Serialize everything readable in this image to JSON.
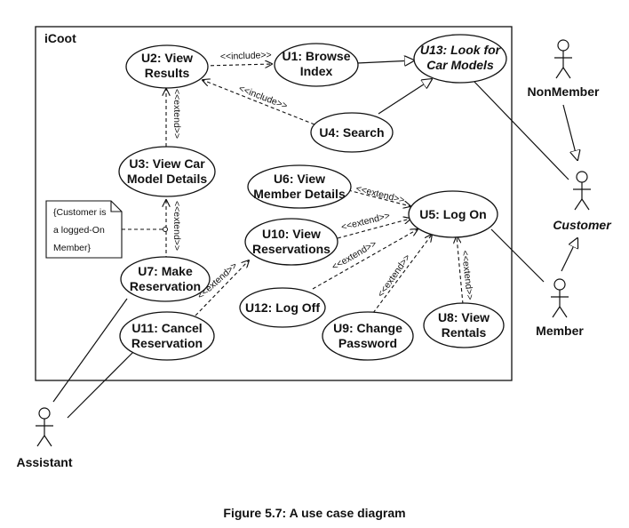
{
  "system": {
    "title": "iCoot"
  },
  "caption": "Figure 5.7: A use case diagram",
  "use_cases": {
    "u1": [
      "U1: Browse",
      "Index"
    ],
    "u2": [
      "U2: View",
      "Results"
    ],
    "u3": [
      "U3: View Car",
      "Model Details"
    ],
    "u4": [
      "U4: Search"
    ],
    "u5": [
      "U5: Log On"
    ],
    "u6": [
      "U6: View",
      "Member Details"
    ],
    "u7": [
      "U7: Make",
      "Reservation"
    ],
    "u8": [
      "U8: View",
      "Rentals"
    ],
    "u9": [
      "U9: Change",
      "Password"
    ],
    "u10": [
      "U10: View",
      "Reservations"
    ],
    "u11": [
      "U11: Cancel",
      "Reservation"
    ],
    "u12": [
      "U12: Log Off"
    ],
    "u13": [
      "U13: Look for",
      "Car Models"
    ]
  },
  "actors": {
    "nonmember": "NonMember",
    "customer": "Customer",
    "member": "Member",
    "assistant": "Assistant"
  },
  "stereotypes": {
    "include": "<<include>>",
    "extend": "<<extend>>"
  },
  "note": [
    "{Customer is",
    "a logged-On",
    "Member}"
  ]
}
